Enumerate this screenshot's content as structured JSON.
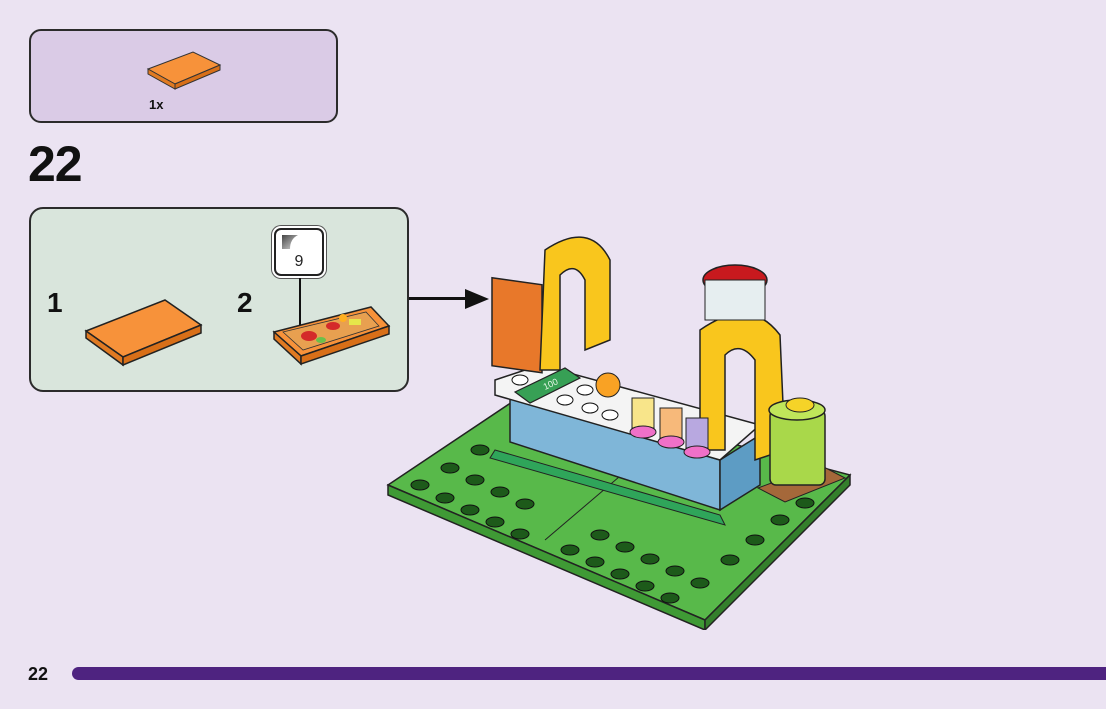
{
  "page": {
    "page_number": "22",
    "step_number": "22",
    "accent_color": "#4e2380",
    "background_color": "#ebe3f2"
  },
  "parts_list": {
    "items": [
      {
        "part": "orange-2x3-tile",
        "color": "#f7923a",
        "quantity": "1x"
      }
    ]
  },
  "substeps": [
    {
      "number": "1",
      "description": "orange-2x3-tile"
    },
    {
      "number": "2",
      "description": "orange-tile-with-sticker",
      "sticker_number": "9"
    }
  ],
  "model": {
    "description": "juice-bar-stand",
    "banknote_label": "100"
  }
}
